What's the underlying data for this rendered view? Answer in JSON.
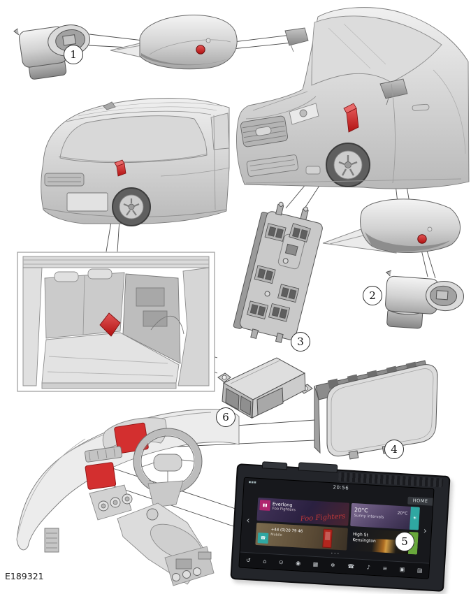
{
  "figure": {
    "id": "E189321"
  },
  "callouts": [
    "1",
    "2",
    "3",
    "4",
    "5",
    "6"
  ],
  "colors": {
    "highlight_red": "#C62828",
    "leader_line": "#4A4A4A",
    "screen_teal": "#2FA7A2",
    "screen_green": "#69A83C",
    "screen_magenta": "#B0256E"
  },
  "screen": {
    "status_left": "▪▪▪",
    "time": "20:56",
    "home_label": "HOME",
    "prev_arrow": "‹",
    "next_arrow": "›",
    "page_dots": "• • •",
    "tiles": {
      "media": {
        "icon_glyph": "▮▮",
        "title": "Everlong",
        "subtitle": "Foo Fighters",
        "art_text": "Foo Fighters"
      },
      "weather": {
        "temp": "20°C",
        "condition": "Sunny intervals",
        "secondary_temp": "20°C",
        "icon_glyph": "☀"
      },
      "phone": {
        "icon_glyph": "☎",
        "number": "+44 (0)20 79 46",
        "label": "Mobile"
      },
      "nav": {
        "line1": "High St",
        "line2": "Kensington",
        "icon_glyph": "↗"
      }
    },
    "bottom_bar": [
      {
        "name": "back-icon",
        "glyph": "↺"
      },
      {
        "name": "home-icon",
        "glyph": "⌂"
      },
      {
        "name": "favourites-icon",
        "glyph": "⊙"
      },
      {
        "name": "voice-icon",
        "glyph": "◉"
      },
      {
        "name": "apps-icon",
        "glyph": "▦"
      },
      {
        "name": "climate-icon",
        "glyph": "❄"
      },
      {
        "name": "phone-icon",
        "glyph": "☎"
      },
      {
        "name": "media-icon",
        "glyph": "♪"
      },
      {
        "name": "menu-icon",
        "glyph": "≡"
      },
      {
        "name": "source-icon",
        "glyph": "▣"
      },
      {
        "name": "settings-icon",
        "glyph": "▤"
      }
    ]
  }
}
